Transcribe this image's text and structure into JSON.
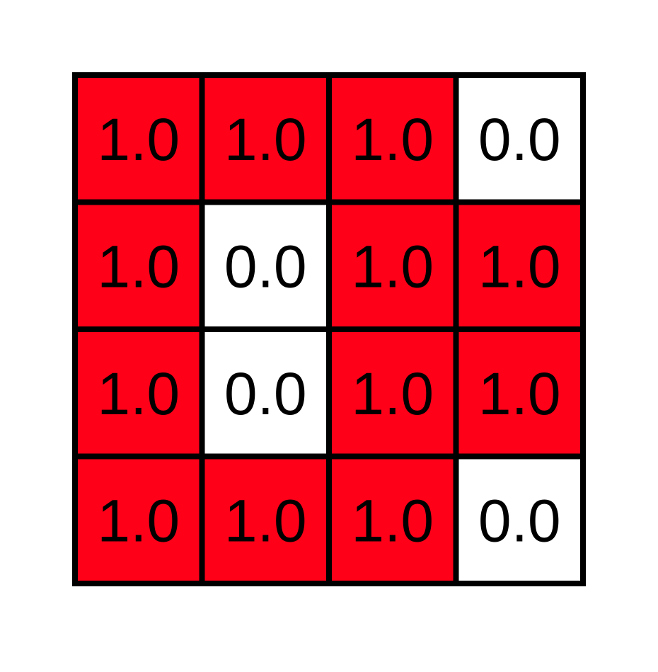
{
  "chart_data": {
    "type": "heatmap",
    "rows": 4,
    "cols": 4,
    "values": [
      [
        1.0,
        1.0,
        1.0,
        0.0
      ],
      [
        1.0,
        0.0,
        1.0,
        1.0
      ],
      [
        1.0,
        0.0,
        1.0,
        1.0
      ],
      [
        1.0,
        1.0,
        1.0,
        0.0
      ]
    ],
    "labels": [
      [
        "1.0",
        "1.0",
        "1.0",
        "0.0"
      ],
      [
        "1.0",
        "0.0",
        "1.0",
        "1.0"
      ],
      [
        "1.0",
        "0.0",
        "1.0",
        "1.0"
      ],
      [
        "1.0",
        "1.0",
        "1.0",
        "0.0"
      ]
    ],
    "colors": {
      "high": "#ff0019",
      "low": "#ffffff",
      "border": "#000000",
      "text": "#000000"
    },
    "grid": true,
    "legend": "none"
  }
}
